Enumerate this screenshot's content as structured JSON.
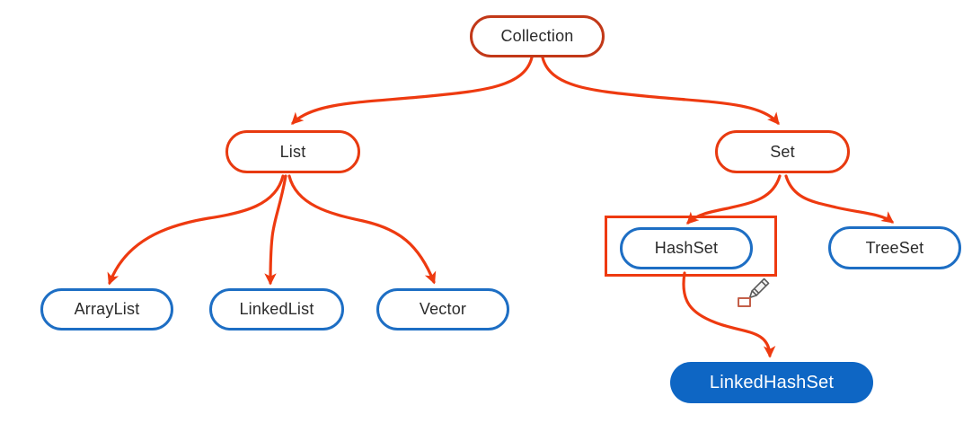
{
  "nodes": {
    "collection": {
      "label": "Collection"
    },
    "list": {
      "label": "List"
    },
    "set": {
      "label": "Set"
    },
    "arraylist": {
      "label": "ArrayList"
    },
    "linkedlist": {
      "label": "LinkedList"
    },
    "vector": {
      "label": "Vector"
    },
    "hashset": {
      "label": "HashSet"
    },
    "treeset": {
      "label": "TreeSet"
    },
    "linkedhashset": {
      "label": "LinkedHashSet"
    }
  },
  "edges": [
    {
      "from": "Collection",
      "to": "List"
    },
    {
      "from": "Collection",
      "to": "Set"
    },
    {
      "from": "List",
      "to": "ArrayList"
    },
    {
      "from": "List",
      "to": "LinkedList"
    },
    {
      "from": "List",
      "to": "Vector"
    },
    {
      "from": "Set",
      "to": "HashSet"
    },
    {
      "from": "Set",
      "to": "TreeSet"
    },
    {
      "from": "HashSet",
      "to": "LinkedHashSet"
    }
  ],
  "annotations": {
    "highlighted_node": "HashSet",
    "cursor": "pencil-icon"
  },
  "colors": {
    "root_border": "#c23818",
    "branch_border": "#e83a10",
    "arrow": "#ee3a10",
    "leaf_border": "#1d6ec4",
    "filled_node_bg": "#0e66c4",
    "filled_node_text": "#ffffff",
    "label_text": "#2b2b2b",
    "background": "#ffffff"
  }
}
